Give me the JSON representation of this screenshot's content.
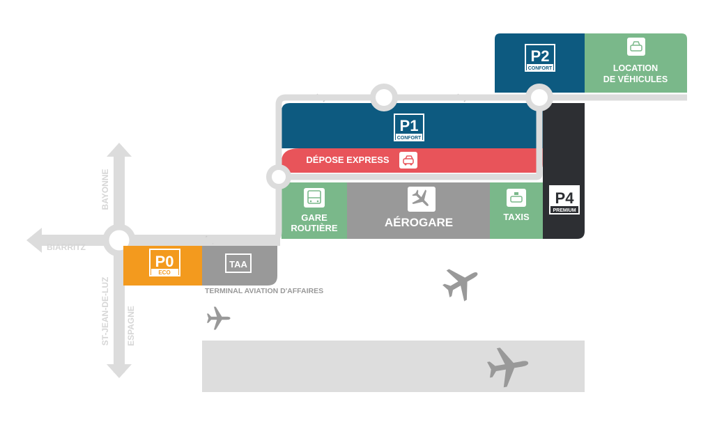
{
  "colors": {
    "road": "#dcdcdc",
    "blue": "#0d5a80",
    "green": "#7ab88a",
    "red": "#e8545a",
    "grey": "#999999",
    "dark": "#2d2f33",
    "orange": "#f39a1e",
    "runway": "#dddddd",
    "plane": "#999999"
  },
  "parkings": {
    "p0": {
      "code": "P0",
      "sub": "ECO"
    },
    "p1": {
      "code": "P1",
      "sub": "CONFORT"
    },
    "p2": {
      "code": "P2",
      "sub": "CONFORT"
    },
    "p4": {
      "code": "P4",
      "sub": "PREMIUM"
    }
  },
  "zones": {
    "depose_express": "DÉPOSE EXPRESS",
    "gare_routiere": [
      "GARE",
      "ROUTIÈRE"
    ],
    "aerogare": "AÉROGARE",
    "taxis": "TAXIS",
    "location": [
      "LOCATION",
      "DE VÉHICULES"
    ],
    "taa": "TAA",
    "taa_caption": "TERMINAL AVIATION D'AFFAIRES"
  },
  "directions": {
    "bayonne": "BAYONNE",
    "biarritz": "BIARRITZ",
    "st_jean": "ST-JEAN-DE-LUZ",
    "espagne": "ESPAGNE"
  },
  "icons": {
    "bus": "bus-icon",
    "plane": "plane-icon",
    "taxi": "taxi-icon",
    "car": "car-icon",
    "drop": "car-drop-icon"
  }
}
